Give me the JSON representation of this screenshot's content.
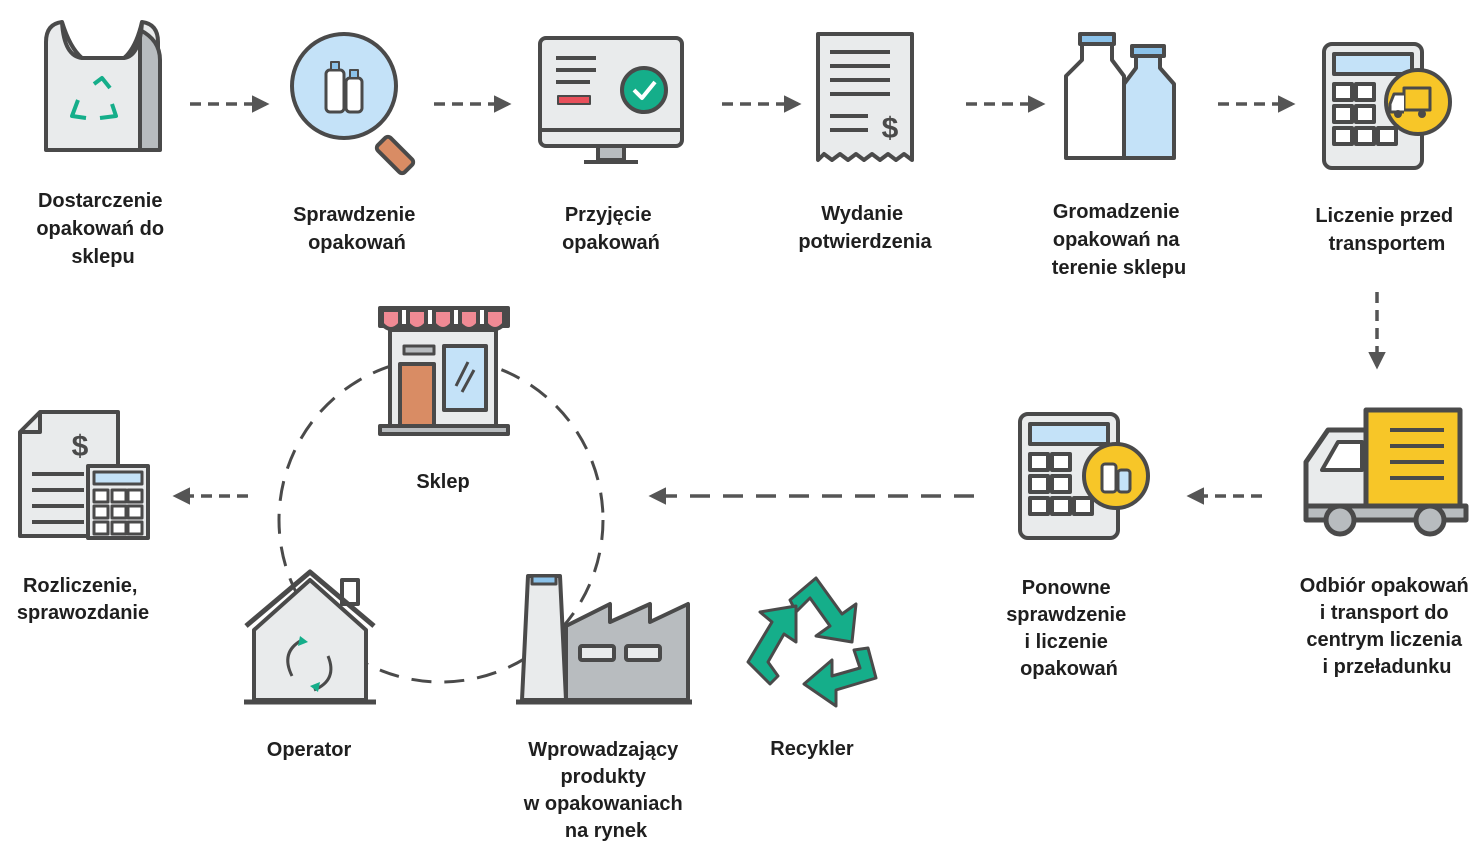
{
  "colors": {
    "outline": "#4a4a4a",
    "light_gray": "#e9ebec",
    "mid_gray": "#b8bcbf",
    "light_blue": "#c4e2f8",
    "blue": "#8bc2ea",
    "green": "#15ae8a",
    "red": "#e8505b",
    "pink": "#f08a94",
    "yellow": "#f7c628",
    "orange": "#d98c64",
    "arrow": "#555555"
  },
  "steps": [
    {
      "id": "dostarczenie",
      "icon": "recycle-bag-icon",
      "lines": [
        "Dostarczenie",
        "opakowań do",
        "sklepu"
      ]
    },
    {
      "id": "sprawdzenie",
      "icon": "magnifier-bottles-icon",
      "lines": [
        "Sprawdzenie",
        "opakowań"
      ]
    },
    {
      "id": "przyjecie",
      "icon": "monitor-check-icon",
      "lines": [
        "Przyjęcie",
        "opakowań"
      ]
    },
    {
      "id": "wydanie",
      "icon": "receipt-icon",
      "lines": [
        "Wydanie",
        "potwierdzenia"
      ]
    },
    {
      "id": "gromadzenie",
      "icon": "bottles-icon",
      "lines": [
        "Gromadzenie",
        "opakowań na",
        "terenie sklepu"
      ]
    },
    {
      "id": "liczenie",
      "icon": "calculator-truck-icon",
      "lines": [
        "Liczenie przed",
        "transportem"
      ]
    },
    {
      "id": "odbior",
      "icon": "truck-icon",
      "lines": [
        "Odbiór opakowań",
        "i transport do",
        "centrym liczenia",
        "i przeładunku"
      ]
    },
    {
      "id": "ponowne",
      "icon": "calculator-bottles-icon",
      "lines": [
        "Ponowne",
        "sprawdzenie",
        "i liczenie",
        "opakowań"
      ]
    },
    {
      "id": "rozliczenie",
      "icon": "invoice-calculator-icon",
      "lines": [
        "Rozliczenie,",
        "sprawozdanie"
      ]
    }
  ],
  "cycle": [
    {
      "id": "sklep",
      "icon": "shop-icon",
      "lines": [
        "Sklep"
      ]
    },
    {
      "id": "operator",
      "icon": "house-cycle-icon",
      "lines": [
        "Operator"
      ]
    },
    {
      "id": "wprowadzajacy",
      "icon": "factory-icon",
      "lines": [
        "Wprowadzający",
        "produkty",
        "w opakowaniach",
        "na rynek"
      ]
    },
    {
      "id": "recykler",
      "icon": "recycle-icon",
      "lines": [
        "Recykler"
      ]
    }
  ]
}
